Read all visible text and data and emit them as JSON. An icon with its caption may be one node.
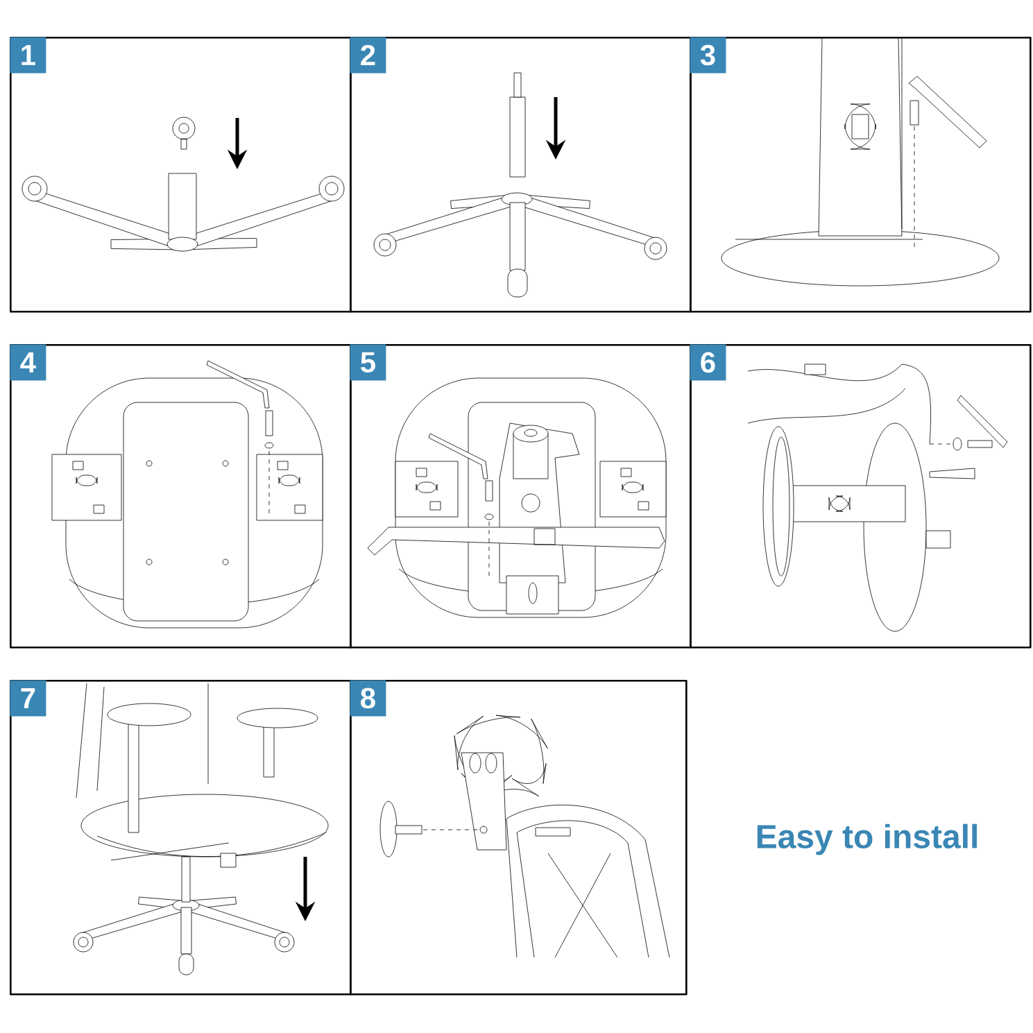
{
  "diagram": {
    "title": "Easy to install",
    "nodes": [
      {
        "text": [
          "1"
        ]
      },
      {
        "text": [
          "2"
        ]
      },
      {
        "text": [
          "3"
        ]
      },
      {
        "text": [
          "4"
        ]
      },
      {
        "text": [
          "5"
        ]
      },
      {
        "text": [
          "6"
        ]
      },
      {
        "text": [
          "7"
        ]
      },
      {
        "text": [
          "8"
        ]
      }
    ]
  }
}
